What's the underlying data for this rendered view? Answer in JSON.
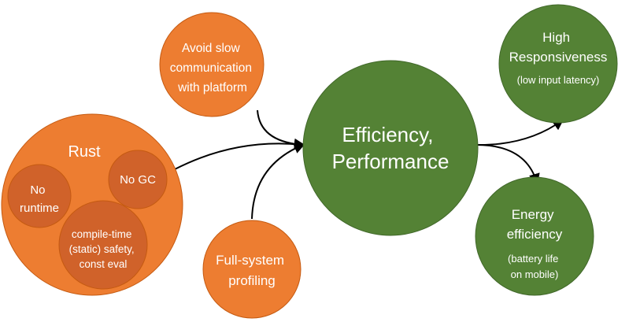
{
  "colors": {
    "orange": "#ED7D31",
    "orange_dark": "#D0622A",
    "orange_stroke": "#C55A11",
    "green": "#548235",
    "green_stroke": "#41682A",
    "text": "#FFFFFF",
    "arrow": "#000000"
  },
  "nodes": {
    "rust": {
      "label": "Rust"
    },
    "no_runtime": {
      "lines": [
        "No",
        "runtime"
      ]
    },
    "no_gc": {
      "label": "No GC"
    },
    "compile_time": {
      "lines": [
        "compile-time",
        "(static) safety,",
        "const eval"
      ]
    },
    "avoid_slow": {
      "lines": [
        "Avoid slow",
        "communication",
        "with platform"
      ]
    },
    "full_system": {
      "lines": [
        "Full-system",
        "profiling"
      ]
    },
    "efficiency": {
      "lines": [
        "Efficiency,",
        "Performance"
      ]
    },
    "high_resp": {
      "lines": [
        "High",
        "Responsiveness"
      ],
      "sub": "(low input latency)"
    },
    "energy": {
      "lines": [
        "Energy",
        "efficiency"
      ],
      "sub_lines": [
        "(battery life",
        "on mobile)"
      ]
    }
  }
}
